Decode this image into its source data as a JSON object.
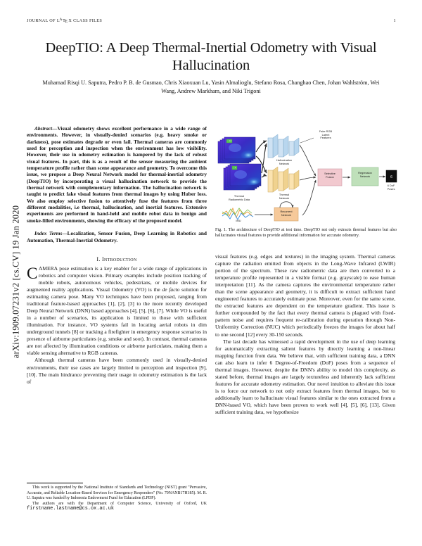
{
  "running_head": {
    "journal_prefix": "JOURNAL OF ",
    "latex_l": "L",
    "latex_a": "A",
    "latex_t": "T",
    "latex_e": "E",
    "latex_x": "X",
    "journal_suffix": " CLASS FILES",
    "page_number": "1"
  },
  "arxiv": {
    "stamp": "arXiv:1909.07231v2  [cs.CV]  19 Jan 2020"
  },
  "paper": {
    "title": "DeepTIO: A Deep Thermal-Inertial Odometry with Visual Hallucination",
    "authors": "Muhamad Risqi U. Saputra, Pedro P. B. de Gusmao, Chris Xiaoxuan Lu, Yasin Almalioglu, Stefano Rosa, Changhao Chen, Johan Wahlström, Wei Wang, Andrew Markham, and Niki Trigoni",
    "abstract_lead": "Abstract",
    "abstract_dash": "—",
    "abstract_body": "Visual odometry shows excellent performance in a wide range of environments. However, in visually-denied scenarios (e.g. heavy smoke or darkness), pose estimates degrade or even fail. Thermal cameras are commonly used for perception and inspection when the environment has low visibility. However, their use in odometry estimation is hampered by the lack of robust visual features. In part, this is as a result of the sensor measuring the ambient temperature profile rather than scene appearance and geometry. To overcome this issue, we propose a Deep Neural Network model for thermal-inertial odometry (DeepTIO) by incorporating a visual hallucination network to provide the thermal network with complementary information. The hallucination network is taught to predict fake visual features from thermal images by using Huber loss. We also employ selective fusion to attentively fuse the features from three different modalities, i.e thermal, hallucination, and inertial features. Extensive experiments are performed in hand-held and mobile robot data in benign and smoke-filled environments, showing the efficacy of the proposed model.",
    "index_lead": "Index Terms",
    "index_dash": "—",
    "index_body": "Localization, Sensor Fusion, Deep Learning in Robotics and Automation, Thermal-Inertial Odometry."
  },
  "sections": {
    "intro_number": "I.",
    "intro_title": "Introduction"
  },
  "intro": {
    "dropcap": "C",
    "p1_rest": "AMERA pose estimation is a key enabler for a wide range of applications in robotics and computer vision. Primary examples include position tracking of mobile robots, autonomous vehicles, pedestrians, or mobile devices for augmented reality applications. Visual Odometry (VO) is the ",
    "p1_italic1": "de facto",
    "p1_rest2": " solution for estimating camera pose. Many VO techniques have been proposed, ranging from traditional feature-based approaches [1], [2], [3] to the more recently developed Deep Neural Network (DNN) based approaches [4], [5], [6], [7]. While VO is useful in a number of scenarios, its application is limited to those with sufficient illumination. For instance, VO systems fail in locating aerial robots in dim underground tunnels [8] or tracking a firefighter in emergency response scenarios in presence of airborne particulates (e.g. smoke and soot). In contrast, thermal cameras are not affected by illumination conditions or airborne particulates, making them a viable sensing alternative to RGB cameras.",
    "p2": "Although thermal cameras have been commonly used in visually-denied environments, their use cases are largely limited to perception and inspection [9], [10]. The main hindrance preventing their usage in odometry estimation is the lack of",
    "p3": "visual features (e.g. edges and textures) in the imaging system. Thermal cameras capture the radiation emitted from objects in the Long-Wave Infrared (LWIR) portion of the spectrum. These raw radiometric data are then converted to a temperature profile represented in a visible format (e.g. grayscale) to ease human interpretation [11]. As the camera captures the environmental temperature rather than the scene appearance and geometry, it is difficult to extract sufficient hand engineered features to accurately estimate pose. Moreover, even for the same scene, the extracted features are dependent on the temperature gradient. This issue is further compounded by the fact that every thermal camera is plagued with fixed-pattern noise and requires frequent re-calibration during operation through Non-Uniformity Correction (NUC) which periodically freezes the images for about half to one second [12] every 30-150 seconds.",
    "p4": "The last decade has witnessed a rapid development in the use of deep learning for automatically extracting salient features by directly learning a non-linear mapping function from data. We believe that, with sufficient training data, a DNN can also learn to infer 6 Degree-of-Freedom (DoF) poses from a sequence of thermal images. However, despite the DNN's ability to model this complexity, as stated before, thermal images are largely textureless and inherently lack sufficient features for accurate odometry estimation. Our novel intuition to alleviate this issue is to force our network to not only extract features from thermal images, but to additionally learn to hallucinate visual features similar to the ones extracted from a DNN-based VO, which have been proven to work well [4], [5], [6], [13]. Given sufficient training data, we hypothesize"
  },
  "figure": {
    "caption_label": "Fig. 1.",
    "caption_text": "The architecture of DeepTIO at test time. DeepTIO not only extracts thermal features but also hallucinates visual features to provide additional information for accurate odometry.",
    "labels": {
      "thermal_data": "Thermal\nRadiometric Data",
      "thermal_data_line1": "Thermal",
      "thermal_data_line2": "Radiometric Data",
      "imu": "IMU",
      "hallucination_l1": "Hallucination",
      "hallucination_l2": "Network",
      "thermal_net_l1": "Thermal",
      "thermal_net_l2": "Network",
      "recurrent_l1": "Recurrent",
      "recurrent_l2": "Network",
      "fusion_l1": "Selective",
      "fusion_l2": "Fusion",
      "regression_l1": "Regression",
      "regression_l2": "Network",
      "fake_rgb_l1": "Fake RGB",
      "fake_rgb_l2": "Latent",
      "fake_rgb_l3": "Features",
      "poses_l1": "6 DoF",
      "poses_l2": "Poses",
      "poses_glyph": "6",
      "frame_tag_prev": "t-1",
      "frame_tag_cur": "t"
    },
    "colors": {
      "hallucination": "#cfe2f3",
      "thermal": "#fbe3b0",
      "fusion": "#f2c9cf",
      "regression": "#bfe0ba",
      "recurrent": "#f6c99a",
      "poses": "#111111"
    }
  },
  "footnotes": {
    "note1": "This work is supported by the National Institute of Standards and Technology (NIST) grant \"Pervasive, Accurate, and Reliable Location-Based Services for Emergency Responders\" (No. 70NANB17H185). M. R. U. Saputra was funded by Indonesia Endowment Fund for Education (LPDP).",
    "note2_pre": "The authors are with the Department of Computer Science, University of Oxford, UK ",
    "note2_mono": "firstname.lastname@cs.ox.ac.uk"
  }
}
